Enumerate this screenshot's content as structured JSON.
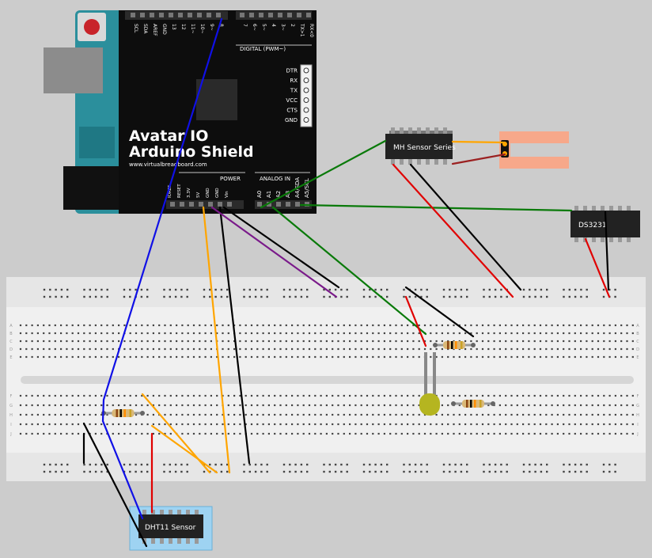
{
  "shield": {
    "title_line1": "Avatar IO",
    "title_line2": "Arduino Shield",
    "url": "www.virtualbreadboard.com",
    "digital_label": "DIGITAL (PWM~)",
    "power_label": "POWER",
    "analog_label": "ANALOG IN",
    "top_left_pins": [
      "SCL",
      "SDA",
      "AREF",
      "GND",
      "13",
      "12",
      "11~",
      "10~",
      "9~",
      "8"
    ],
    "top_right_pins": [
      "7",
      "6~",
      "5~",
      "4",
      "3~",
      "2",
      "TX>1",
      "RX<0"
    ],
    "power_pins": [
      "IOREF",
      "RESET",
      "3.3V",
      "5V",
      "GND",
      "GND",
      "Vin"
    ],
    "analog_pins": [
      "A0",
      "A1",
      "A2",
      "A3",
      "A4/SDA",
      "A5/SCL"
    ],
    "serial_pins": [
      "DTR",
      "RX",
      "TX",
      "VCC",
      "CTS",
      "GND"
    ]
  },
  "components": {
    "mh_sensor": "MH Sensor Series",
    "rtc": "DS3231",
    "dht": "DHT11 Sensor"
  },
  "breadboard": {
    "row_letters_top": [
      "A",
      "B",
      "C",
      "D",
      "E"
    ],
    "row_letters_bottom": [
      "F",
      "G",
      "H",
      "I",
      "J"
    ]
  },
  "colors": {
    "background": "#cccccc",
    "board_teal": "#2b8f9c",
    "shield_black": "#0d0d0d",
    "breadboard": "#f0f0f0",
    "wire_blue": "#1010e6",
    "wire_orange": "#ffa500",
    "wire_black": "#000000",
    "wire_red": "#e00000",
    "wire_green": "#0a7a0a",
    "wire_purple": "#7a1a8a",
    "wire_darkred": "#9b2020",
    "probe_salmon": "#f7a88a",
    "led_body": "#b5b520",
    "dht_highlight": "#9ed3f2"
  }
}
